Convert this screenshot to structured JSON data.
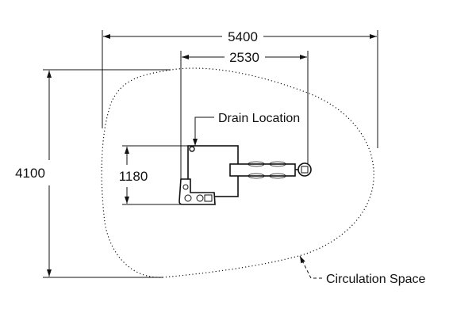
{
  "dimensions": {
    "overall_width": "5400",
    "equipment_width": "2530",
    "overall_depth": "4100",
    "equipment_depth": "1180"
  },
  "labels": {
    "drain": "Drain Location",
    "circulation": "Circulation Space"
  },
  "colors": {
    "line": "#111111",
    "background": "#ffffff"
  }
}
